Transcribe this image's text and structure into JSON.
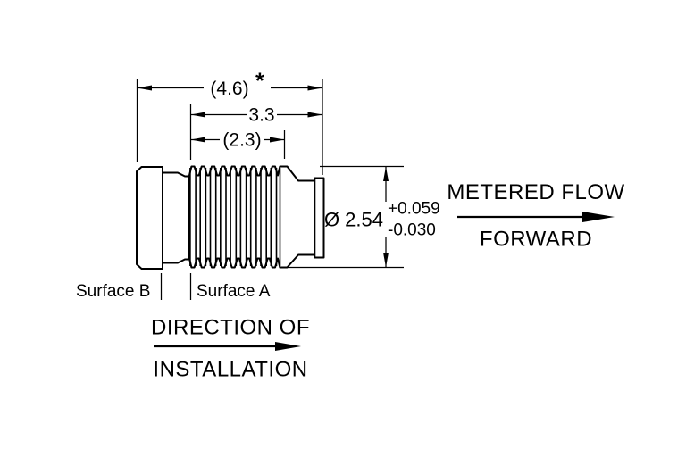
{
  "drawing": {
    "dimensions": {
      "overall_length": "(4.6)",
      "overall_length_flag": "*",
      "body_length": "3.3",
      "thread_length": "(2.3)",
      "diameter": "Ø 2.54",
      "tolerance_plus": "+0.059",
      "tolerance_minus": "-0.030"
    },
    "labels": {
      "surface_b": "Surface B",
      "surface_a": "Surface A"
    },
    "annotations": {
      "flow_line1": "METERED FLOW",
      "flow_line2": "FORWARD",
      "install_line1": "DIRECTION OF",
      "install_line2": "INSTALLATION"
    },
    "colors": {
      "line": "#000000",
      "background": "#ffffff"
    }
  }
}
